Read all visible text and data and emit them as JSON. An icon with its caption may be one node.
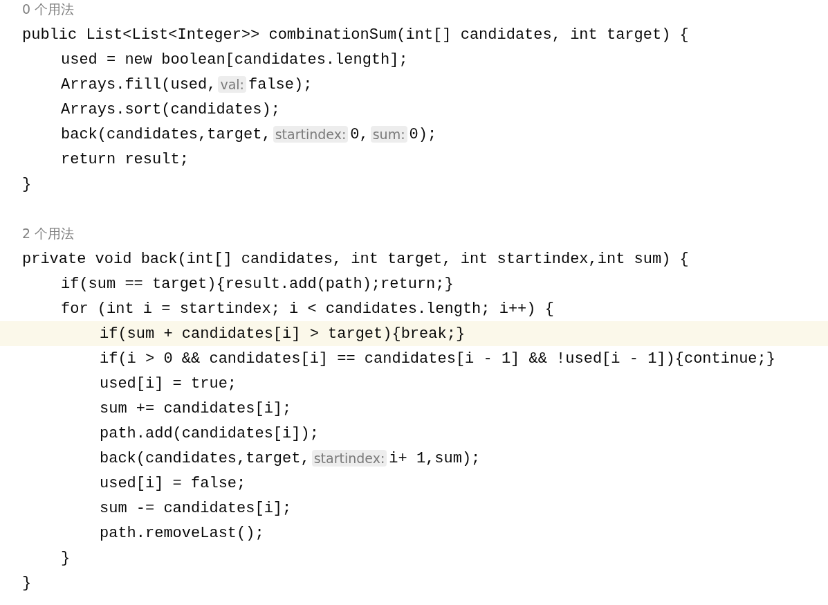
{
  "diagram": {
    "labels": [
      "0 个用法",
      "public List<List<Integer>> combinationSum(int[] candidates, int target) {",
      "used = new boolean[candidates.length];",
      "Arrays.fill(used,",
      "val:",
      "false);",
      "Arrays.sort(candidates);",
      "back(candidates,target,",
      "startindex:",
      "0,",
      "sum:",
      "0);",
      "return result;",
      "}",
      "2 个用法",
      "private void back(int[] candidates, int target, int startindex,int sum) {",
      "if(sum == target){result.add(path);return;}",
      "for (int i = startindex; i < candidates.length; i++) {",
      "if(sum + candidates[i] > target){break;}",
      "if(i > 0 && candidates[i] == candidates[i - 1] && !used[i - 1]){continue;}",
      "used[i] = true;",
      "sum += candidates[i];",
      "path.add(candidates[i]);",
      "back(candidates,target,",
      "startindex:",
      "i+ 1,sum);",
      "used[i] = false;",
      "sum -= candidates[i];",
      "path.removeLast();",
      "}",
      "}"
    ]
  }
}
